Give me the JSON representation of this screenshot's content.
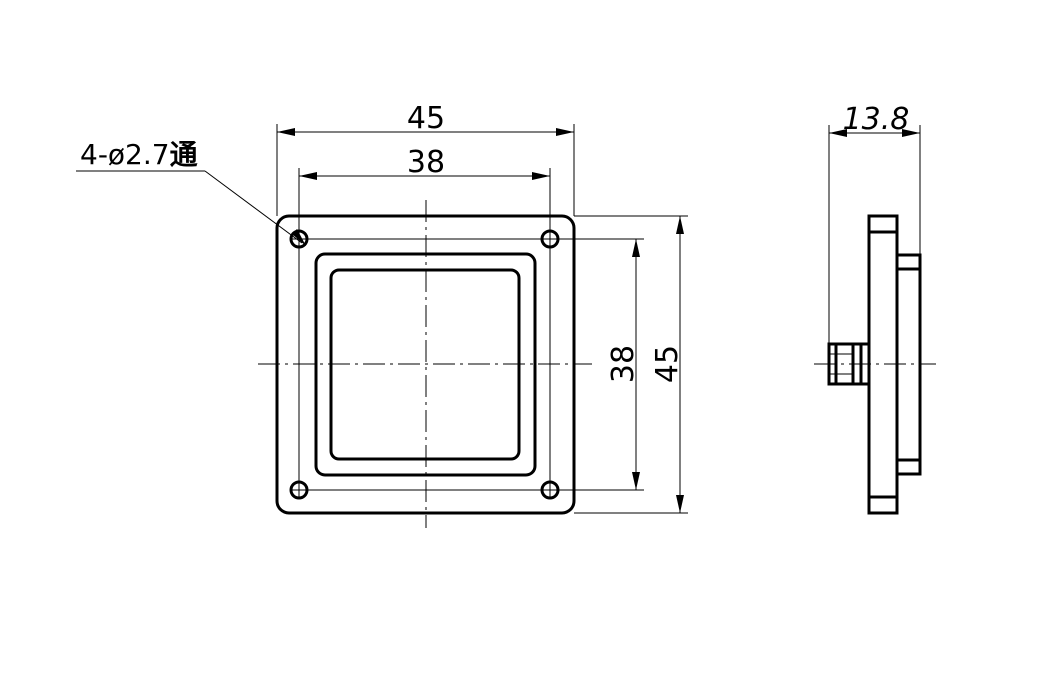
{
  "drawing": {
    "callout": {
      "prefix": "4-ø2.7",
      "suffix": "通"
    },
    "dimensions": {
      "front_outer_width": "45",
      "front_inner_width": "38",
      "front_inner_height": "38",
      "front_outer_height": "45",
      "side_depth": "13.8"
    }
  }
}
